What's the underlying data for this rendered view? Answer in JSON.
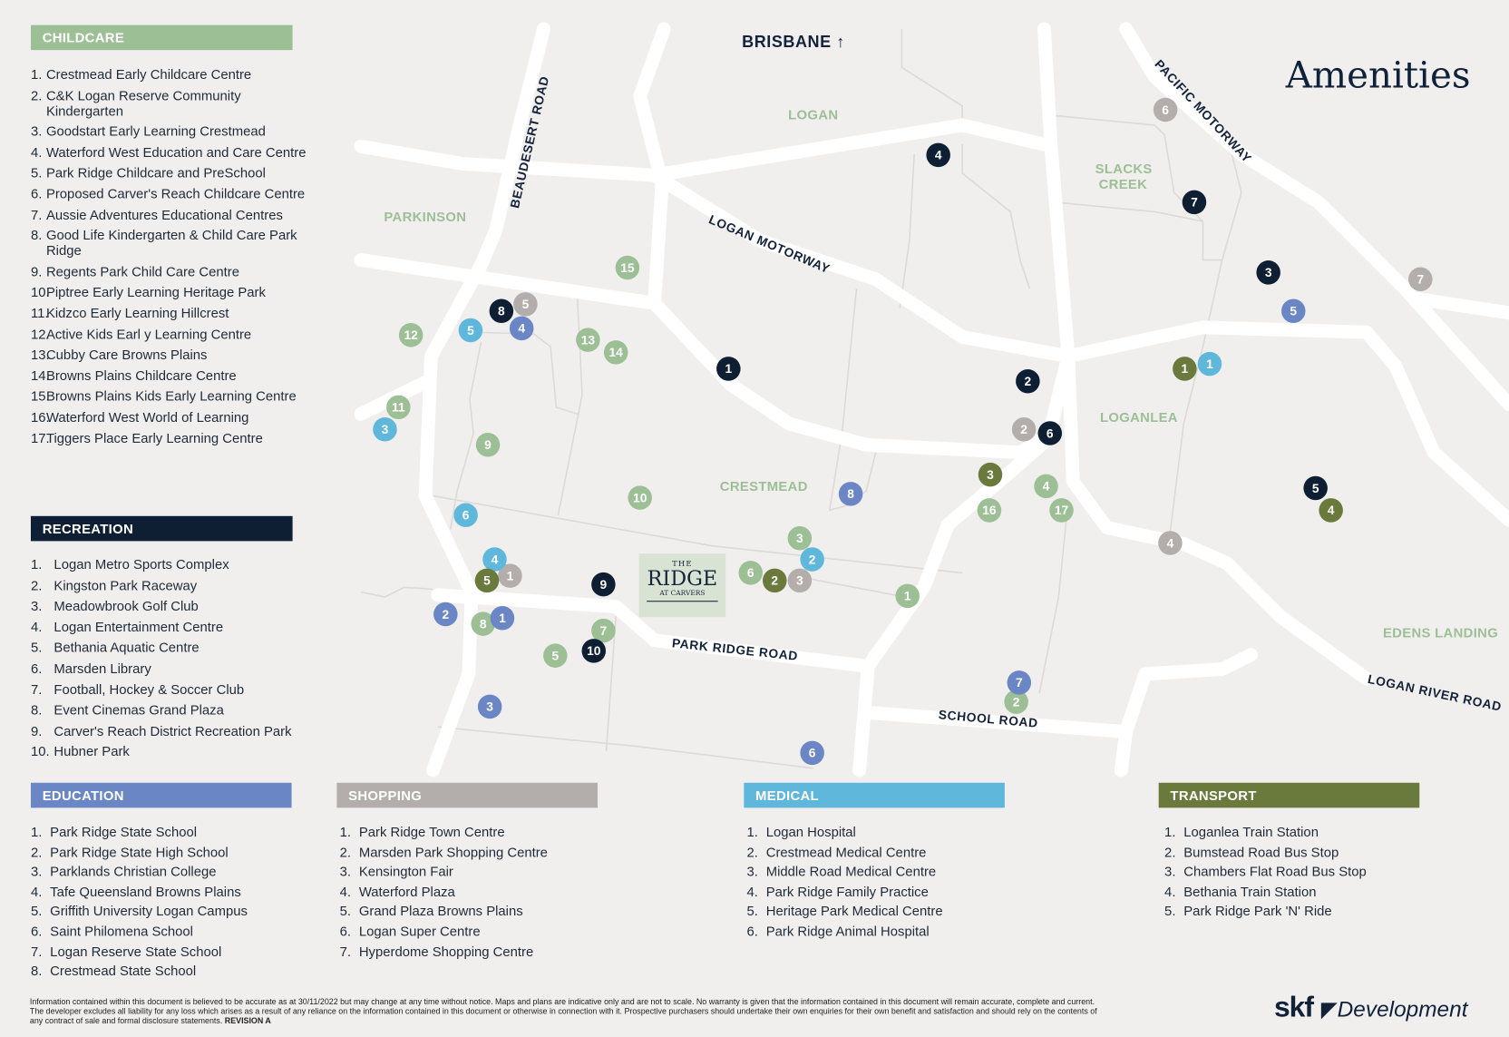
{
  "title": "Amenities",
  "map": {
    "north_label": "BRISBANE ↑",
    "suburbs": [
      "LOGAN",
      "PARKINSON",
      "SLACKS CREEK",
      "LOGANLEA",
      "CRESTMEAD",
      "EDENS LANDING"
    ],
    "roads": [
      "BEAUDESERT ROAD",
      "LOGAN MOTORWAY",
      "PACIFIC MOTORWAY",
      "PARK RIDGE ROAD",
      "SCHOOL ROAD",
      "LOGAN RIVER ROAD"
    ],
    "development": {
      "the": "THE",
      "name": "RIDGE",
      "sub": "AT CARVERS"
    }
  },
  "categories": {
    "childcare": {
      "label": "CHILDCARE",
      "color": "#9dbf96",
      "items": [
        "Crestmead Early Childcare Centre",
        "C&K Logan Reserve Community Kindergarten",
        "Goodstart Early Learning Crestmead",
        "Waterford West Education and Care Centre",
        "Park Ridge Childcare and PreSchool",
        "Proposed Carver's Reach Childcare Centre",
        "Aussie Adventures Educational Centres",
        "Good Life Kindergarten & Child Care Park Ridge",
        "Regents Park Child Care Centre",
        "Piptree Early Learning Heritage Park",
        "Kidzco Early Learning Hillcrest",
        "Active Kids Earl y Learning Centre",
        "Cubby Care Browns Plains",
        "Browns Plains Childcare Centre",
        "Browns Plains Kids Early Learning Centre",
        "Waterford West World of Learning",
        "Tiggers Place Early Learning Centre"
      ]
    },
    "recreation": {
      "label": "RECREATION",
      "color": "#0e1f33",
      "items": [
        "Logan Metro Sports Complex",
        "Kingston Park Raceway",
        "Meadowbrook Golf Club",
        "Logan Entertainment Centre",
        "Bethania Aquatic Centre",
        "Marsden Library",
        "Football, Hockey & Soccer Club",
        "Event Cinemas Grand Plaza",
        "Carver's Reach District Recreation Park",
        "Hubner Park"
      ]
    },
    "education": {
      "label": "EDUCATION",
      "color": "#6a86c5",
      "items": [
        "Park Ridge State School",
        "Park Ridge State High School",
        "Parklands Christian College",
        "Tafe Queensland Browns Plains",
        "Griffith University Logan Campus",
        "Saint Philomena School",
        "Logan Reserve State School",
        "Crestmead State School"
      ]
    },
    "shopping": {
      "label": "SHOPPING",
      "color": "#b3aeab",
      "items": [
        "Park Ridge Town Centre",
        "Marsden Park Shopping Centre",
        "Kensington Fair",
        "Waterford Plaza",
        "Grand Plaza Browns Plains",
        "Logan Super Centre",
        "Hyperdome Shopping Centre"
      ]
    },
    "medical": {
      "label": "MEDICAL",
      "color": "#5fb8dc",
      "items": [
        "Logan Hospital",
        "Crestmead Medical Centre",
        "Middle Road Medical Centre",
        "Park Ridge Family Practice",
        "Heritage Park Medical Centre",
        "Park Ridge Animal Hospital"
      ]
    },
    "transport": {
      "label": "TRANSPORT",
      "color": "#6a7a3c",
      "items": [
        "Loganlea Train Station",
        "Bumstead Road Bus Stop",
        "Chambers Flat Road Bus Stop",
        "Bethania Train Station",
        "Park Ridge Park 'N' Ride"
      ]
    }
  },
  "disclaimer": "Information contained within this document is believed to be accurate as at 30/11/2022 but may change at any time without notice. Maps and plans are indicative only and are not to scale. No warranty is given that the information contained in this document will remain accurate, complete and current. The developer excludes all liability for any loss which arises as a result of any reliance on the information contained in this document or otherwise in connection with it. Prospective purchasers should undertake their own enquiries for their own benefit and satisfaction and should rely on the contents of any contract of sale and formal disclosure statements.",
  "revision": "REVISION A",
  "logo": {
    "brand": "skf",
    "suffix": "Development"
  }
}
